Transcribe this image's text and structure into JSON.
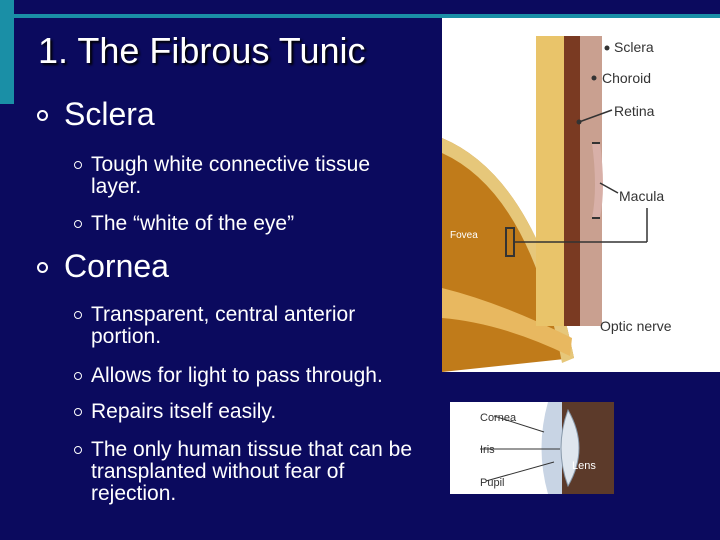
{
  "slide": {
    "title": "1. The Fibrous Tunic",
    "sections": [
      {
        "heading": "Sclera",
        "items": [
          "Tough white connective tissue layer.",
          "The “white of the eye”"
        ]
      },
      {
        "heading": "Cornea",
        "items": [
          "Transparent, central anterior portion.",
          "Allows for light to pass through.",
          "Repairs itself easily.",
          "The only human tissue that can be transplanted without fear of rejection."
        ]
      }
    ]
  },
  "eye_diagram": {
    "labels": {
      "sclera": "Sclera",
      "choroid": "Choroid",
      "retina": "Retina",
      "macula": "Macula",
      "fovea": "Fovea",
      "optic_nerve": "Optic nerve"
    }
  },
  "cornea_diagram": {
    "labels": {
      "cornea": "Cornea",
      "iris": "Iris",
      "pupil": "Pupil",
      "lens": "Lens"
    }
  },
  "colors": {
    "background": "#0b0a5e",
    "accent": "#1a8fa6",
    "text": "#ffffff"
  }
}
